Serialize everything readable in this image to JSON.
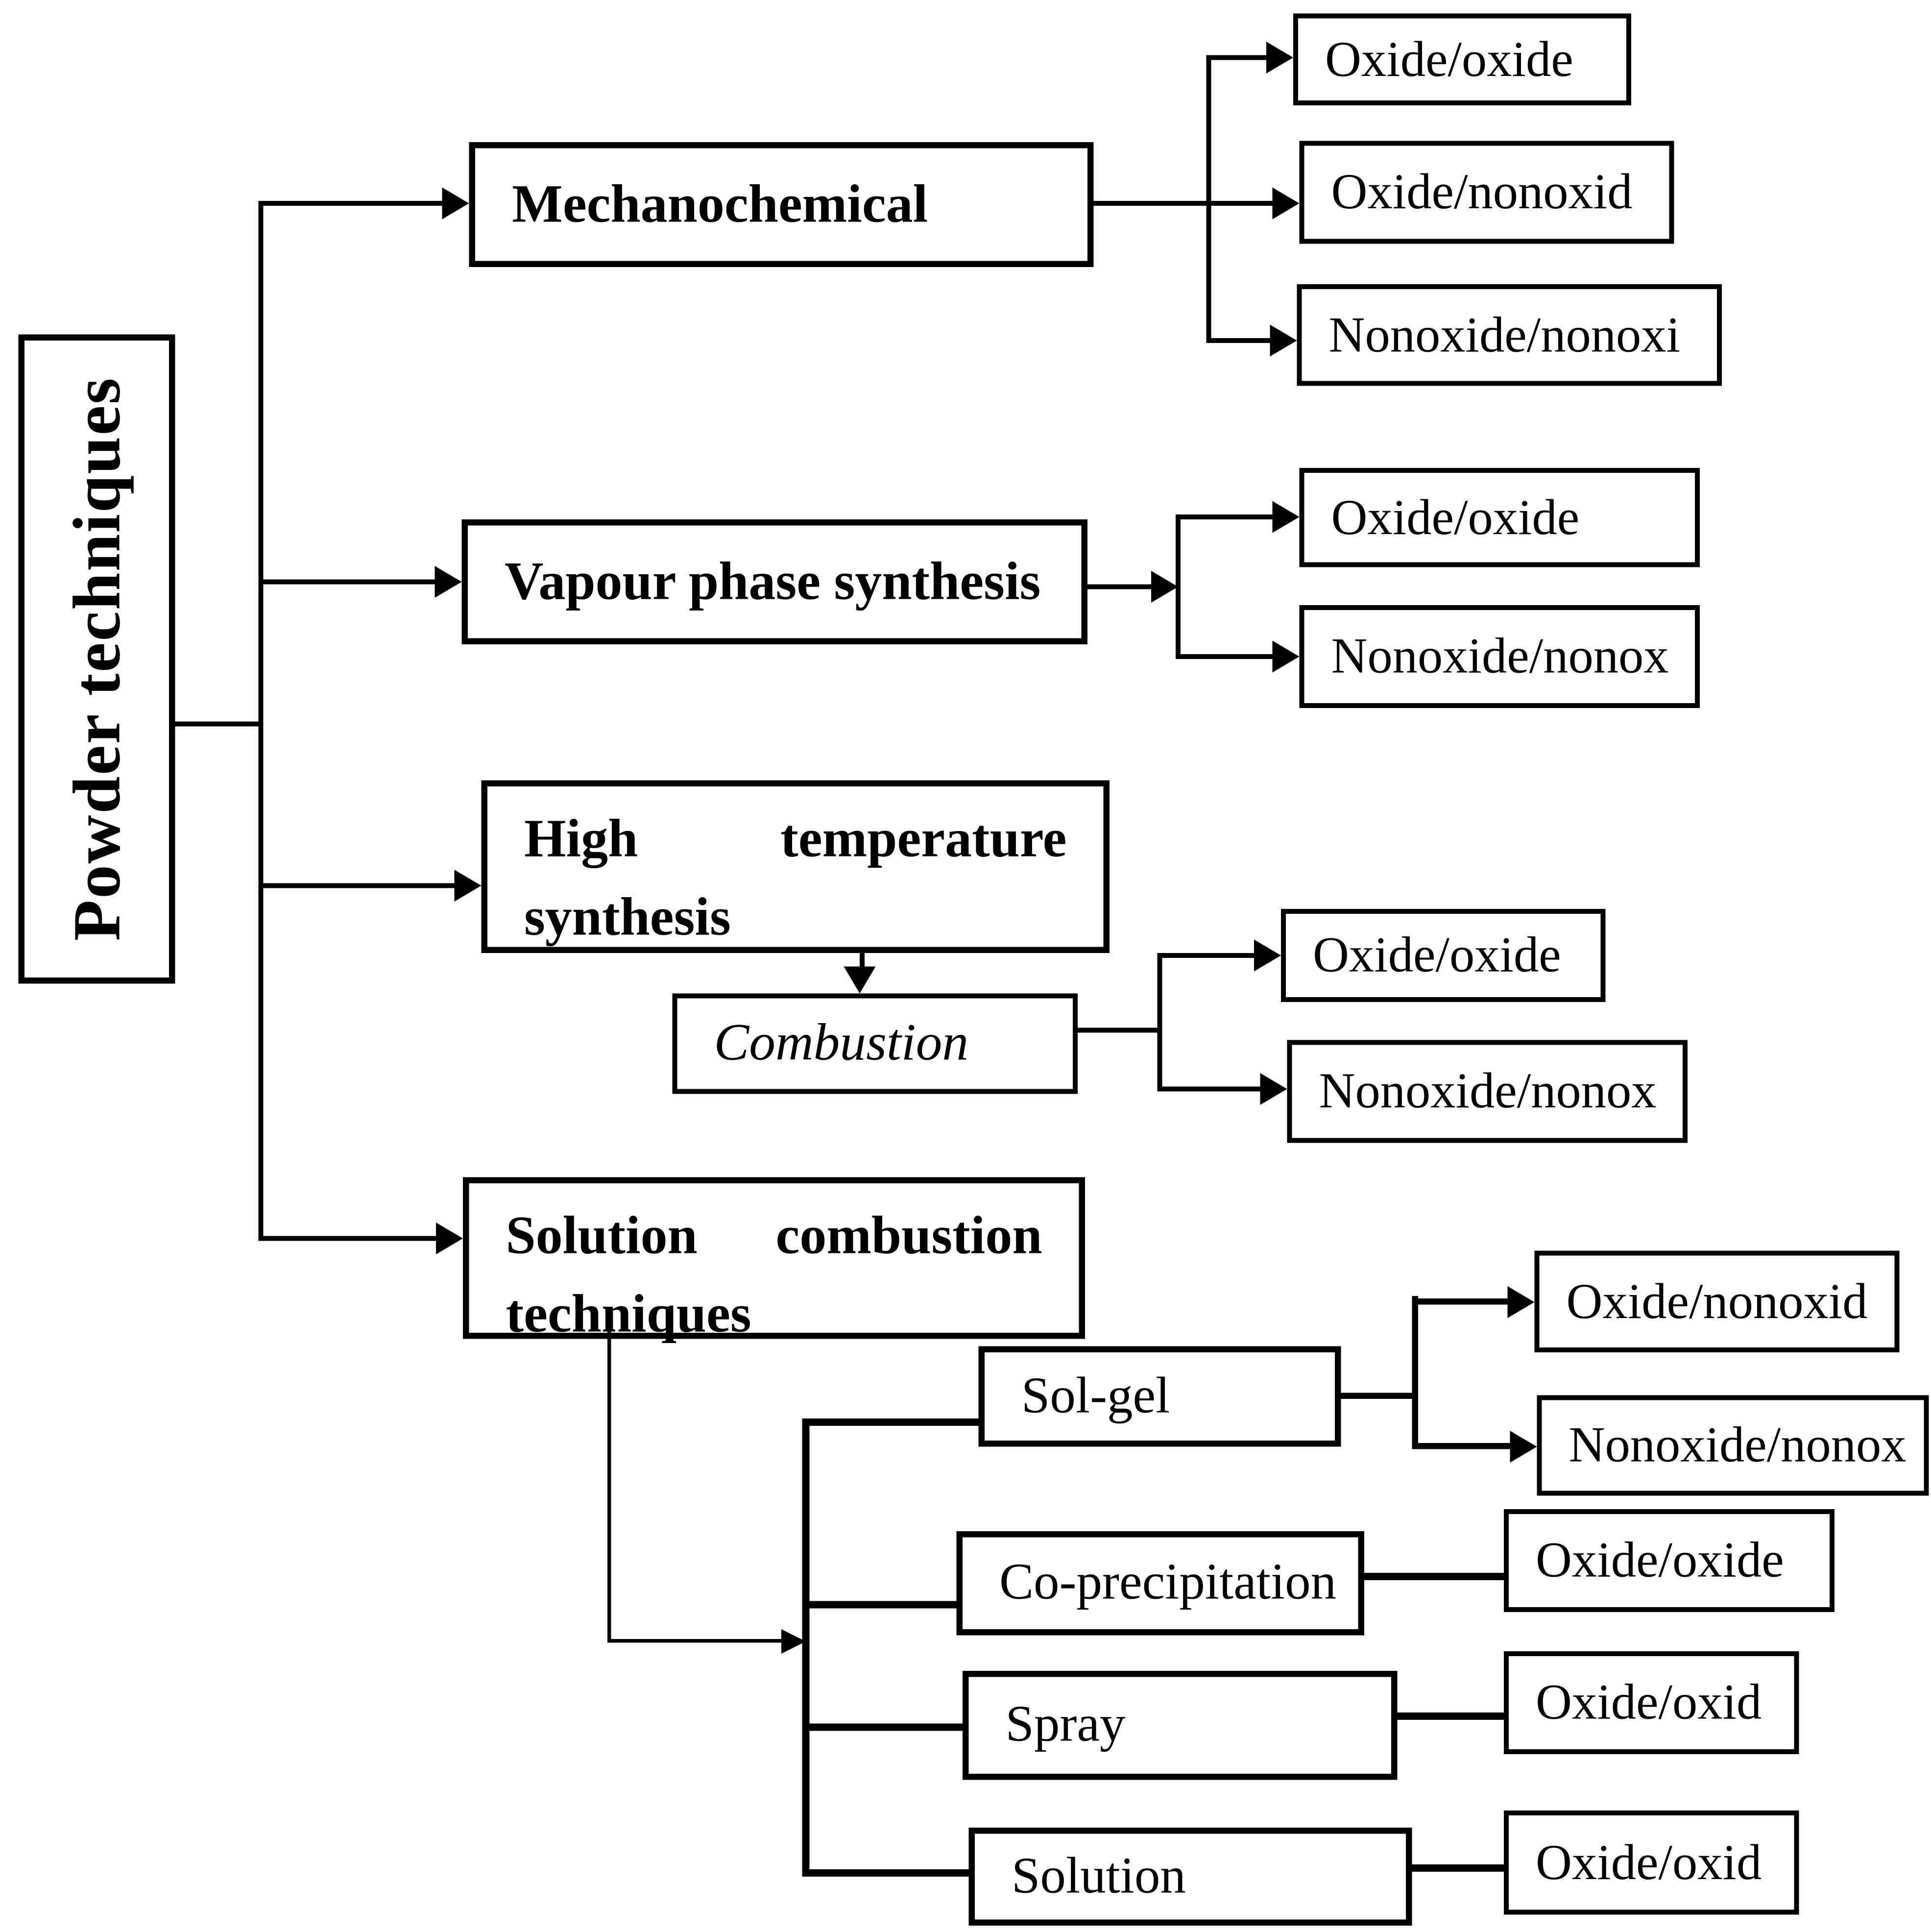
{
  "labels": {
    "powder": "Powder techniques",
    "mechanochemical": "Mechanochemical",
    "mech_c1": "Oxide/oxide",
    "mech_c2": "Oxide/nonoxid",
    "mech_c3": "Nonoxide/nonoxi",
    "vapour": "Vapour phase synthesis",
    "vapour_c1": "Oxide/oxide",
    "vapour_c2": "Nonoxide/nonox",
    "high_temp_w1": "High",
    "high_temp_w2": "temperature",
    "high_temp_w3": "synthesis",
    "combustion": "Combustion",
    "comb_c1": "Oxide/oxide",
    "comb_c2": "Nonoxide/nonox",
    "sol_comb_w1": "Solution",
    "sol_comb_w2": "combustion",
    "sol_comb_w3": "techniques",
    "sol_gel": "Sol-gel",
    "solgel_c1": "Oxide/nonoxid",
    "solgel_c2": "Nonoxide/nonox",
    "co_precip": "Co-precipitation",
    "coprecip_c1": "Oxide/oxide",
    "spray": "Spray",
    "spray_c1": "Oxide/oxid",
    "solution": "Solution",
    "solution_c1": "Oxide/oxid"
  },
  "hierarchy": {
    "root": "Powder techniques",
    "children": [
      {
        "label": "Mechanochemical",
        "children": [
          "Oxide/oxide",
          "Oxide/nonoxid",
          "Nonoxide/nonoxi"
        ]
      },
      {
        "label": "Vapour phase synthesis",
        "children": [
          "Oxide/oxide",
          "Nonoxide/nonox"
        ]
      },
      {
        "label": "High temperature synthesis",
        "children": [
          {
            "label": "Combustion",
            "children": [
              "Oxide/oxide",
              "Nonoxide/nonox"
            ]
          }
        ]
      },
      {
        "label": "Solution combustion techniques",
        "children": [
          {
            "label": "Sol-gel",
            "children": [
              "Oxide/nonoxid",
              "Nonoxide/nonox"
            ]
          },
          {
            "label": "Co-precipitation",
            "children": [
              "Oxide/oxide"
            ]
          },
          {
            "label": "Spray",
            "children": [
              "Oxide/oxid"
            ]
          },
          {
            "label": "Solution",
            "children": [
              "Oxide/oxid"
            ]
          }
        ]
      }
    ]
  },
  "colors": {
    "line": "#000000",
    "box_fill": "#ffffff",
    "text": "#000000"
  }
}
